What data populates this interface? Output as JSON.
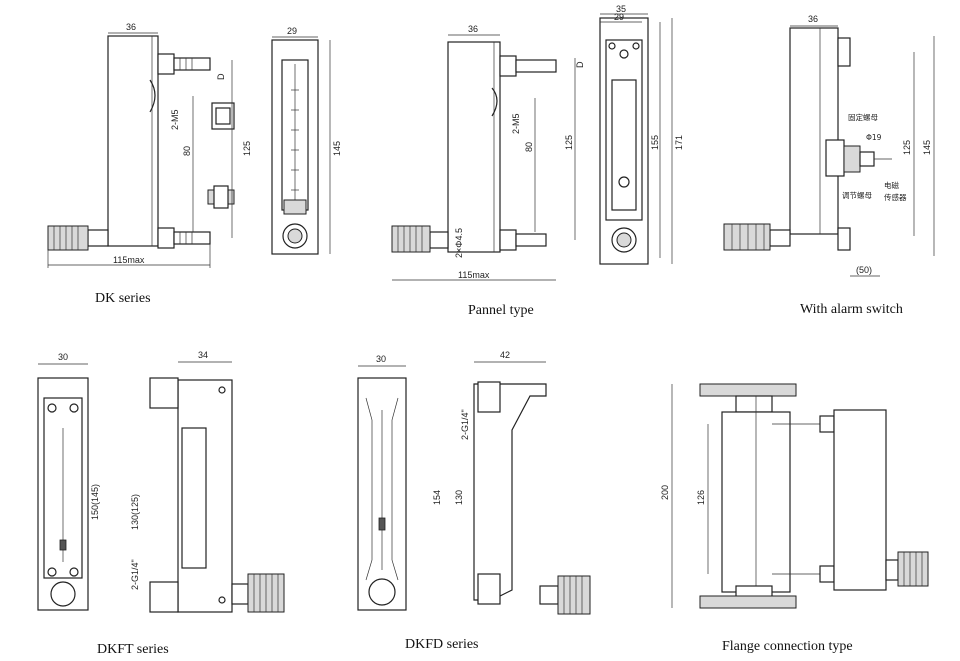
{
  "captions": {
    "dk": "DK series",
    "panel": "Pannel type",
    "alarm": "With alarm switch",
    "dkft": "DKFT series",
    "dkfd": "DKFD series",
    "flange": "Flange connection type"
  },
  "dk": {
    "w36": "36",
    "w29": "29",
    "h125": "125",
    "h145": "145",
    "h80": "80",
    "thread": "2-M5",
    "d": "D",
    "len": "115max"
  },
  "panel": {
    "w36": "36",
    "w35": "35",
    "w29": "29",
    "h125": "125",
    "h155": "155",
    "h171": "171",
    "h80": "80",
    "thread": "2-M5",
    "d": "D",
    "hole": "2×Φ4.5",
    "len": "115max"
  },
  "alarm": {
    "w36": "36",
    "h125": "125",
    "h145": "145",
    "w50": "(50)",
    "nut": "固定螺母",
    "dia": "Φ19",
    "adj": "调节螺母",
    "sensor1": "电磁",
    "sensor2": "传感器"
  },
  "dkft": {
    "w30": "30",
    "w34": "34",
    "h150": "150(145)",
    "h130": "130(125)",
    "thread": "2-G1/4\""
  },
  "dkfd": {
    "w30": "30",
    "w42": "42",
    "h154": "154",
    "h130": "130",
    "thread": "2-G1/4\""
  },
  "flange": {
    "h200": "200",
    "h126": "126"
  }
}
